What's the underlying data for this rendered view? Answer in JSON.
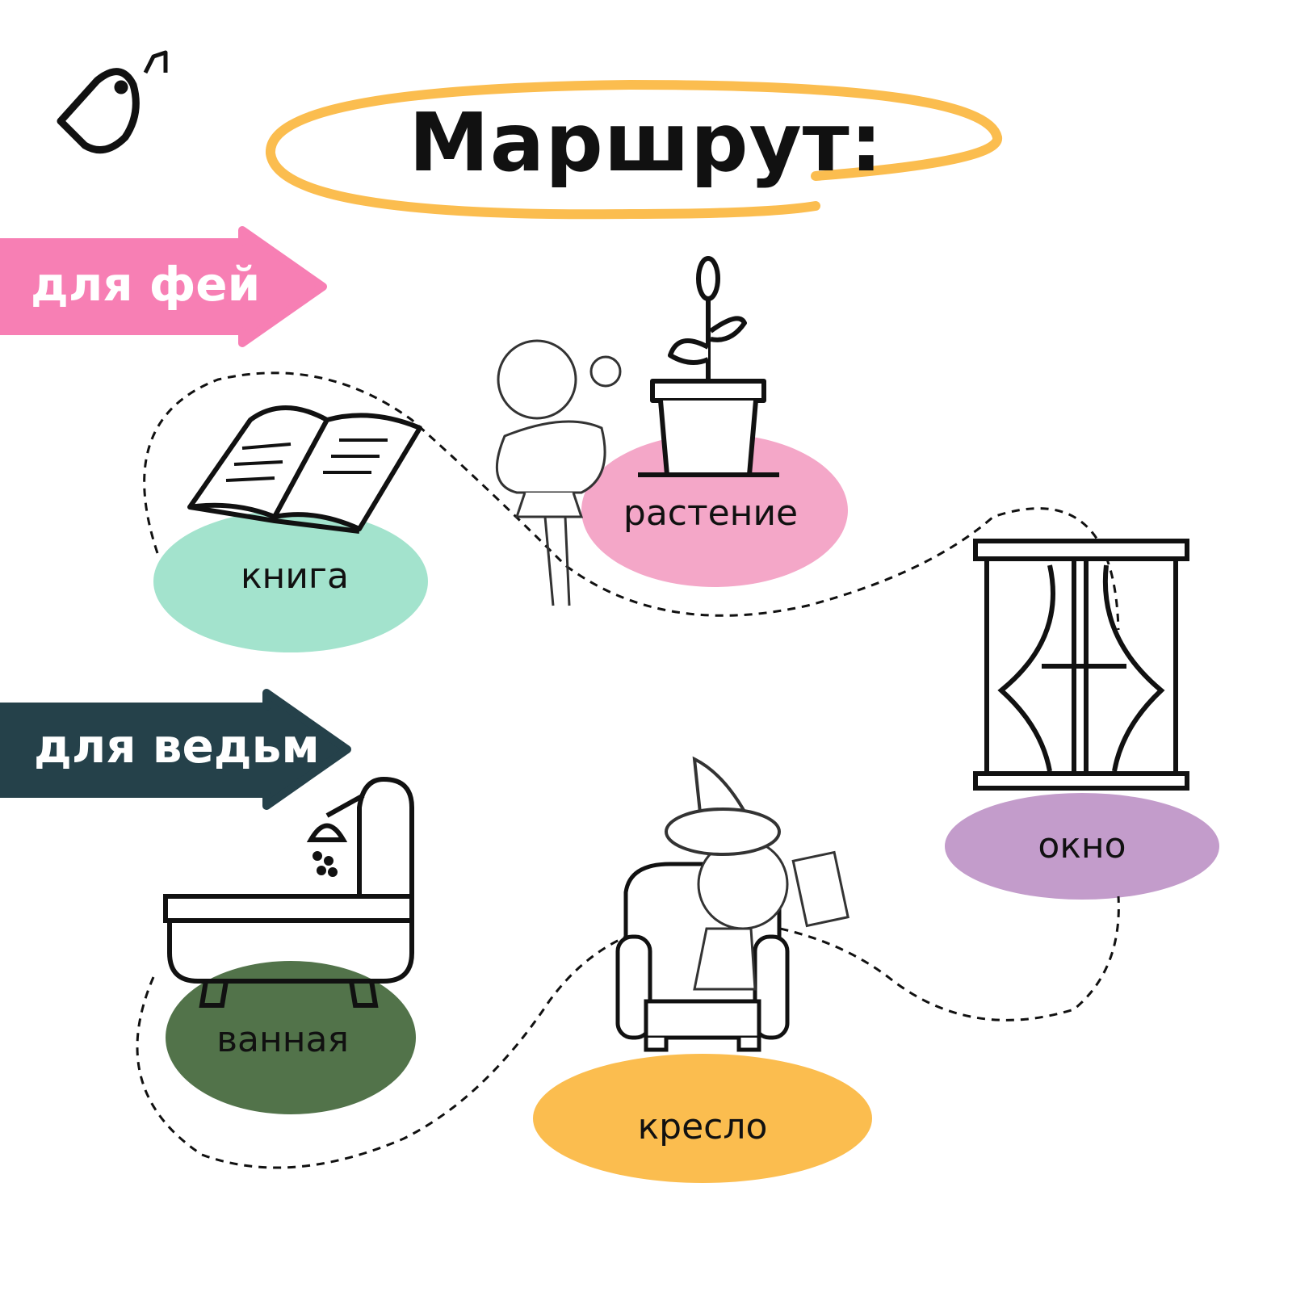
{
  "title": "Маршрут:",
  "routes": [
    {
      "label": "для фей",
      "color": "#f77fb4"
    },
    {
      "label": "для ведьм",
      "color": "#25414a"
    }
  ],
  "places": [
    {
      "label": "книга",
      "color": "#a3e3cd",
      "icon": "book-icon"
    },
    {
      "label": "растение",
      "color": "#f4a7c8",
      "icon": "plant-icon"
    },
    {
      "label": "окно",
      "color": "#c39ccb",
      "icon": "window-icon"
    },
    {
      "label": "ванная",
      "color": "#52734a",
      "icon": "bathtub-icon"
    },
    {
      "label": "кресло",
      "color": "#fbbd4f",
      "icon": "armchair-icon"
    }
  ],
  "accent": "#fbbd4f"
}
